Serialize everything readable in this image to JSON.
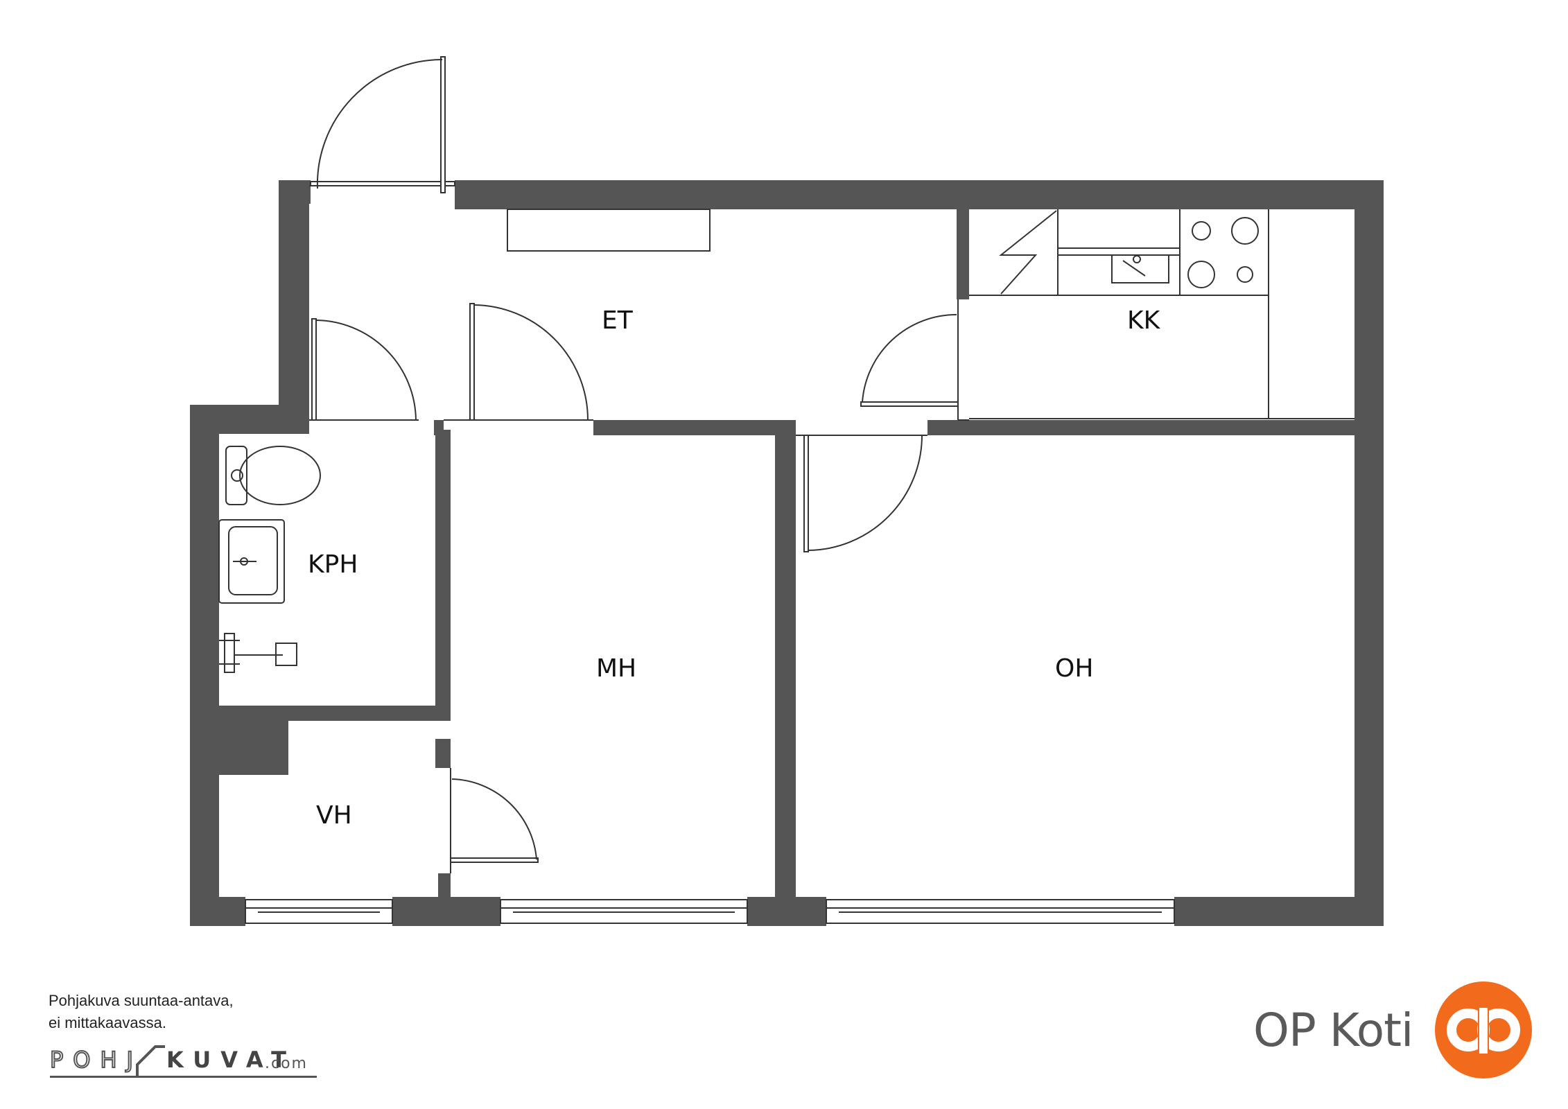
{
  "rooms": {
    "et": "ET",
    "kk": "KK",
    "kph": "KPH",
    "mh": "MH",
    "oh": "OH",
    "vh": "VH"
  },
  "disclaimer": {
    "line1": "Pohjakuva suuntaa-antava,",
    "line2": "ei mittakaavassa."
  },
  "credit": {
    "part1": "POHJ",
    "part2": "KUVAT",
    "part3": ".com"
  },
  "brand": {
    "name": "OP Koti",
    "logo_color": "#f26b1d"
  },
  "colors": {
    "wall": "#555555",
    "line": "#333333"
  },
  "icons": [
    "toilet-icon",
    "sink-icon",
    "shower-icon",
    "stove-icon",
    "kitchen-sink-icon",
    "op-logo-icon"
  ]
}
